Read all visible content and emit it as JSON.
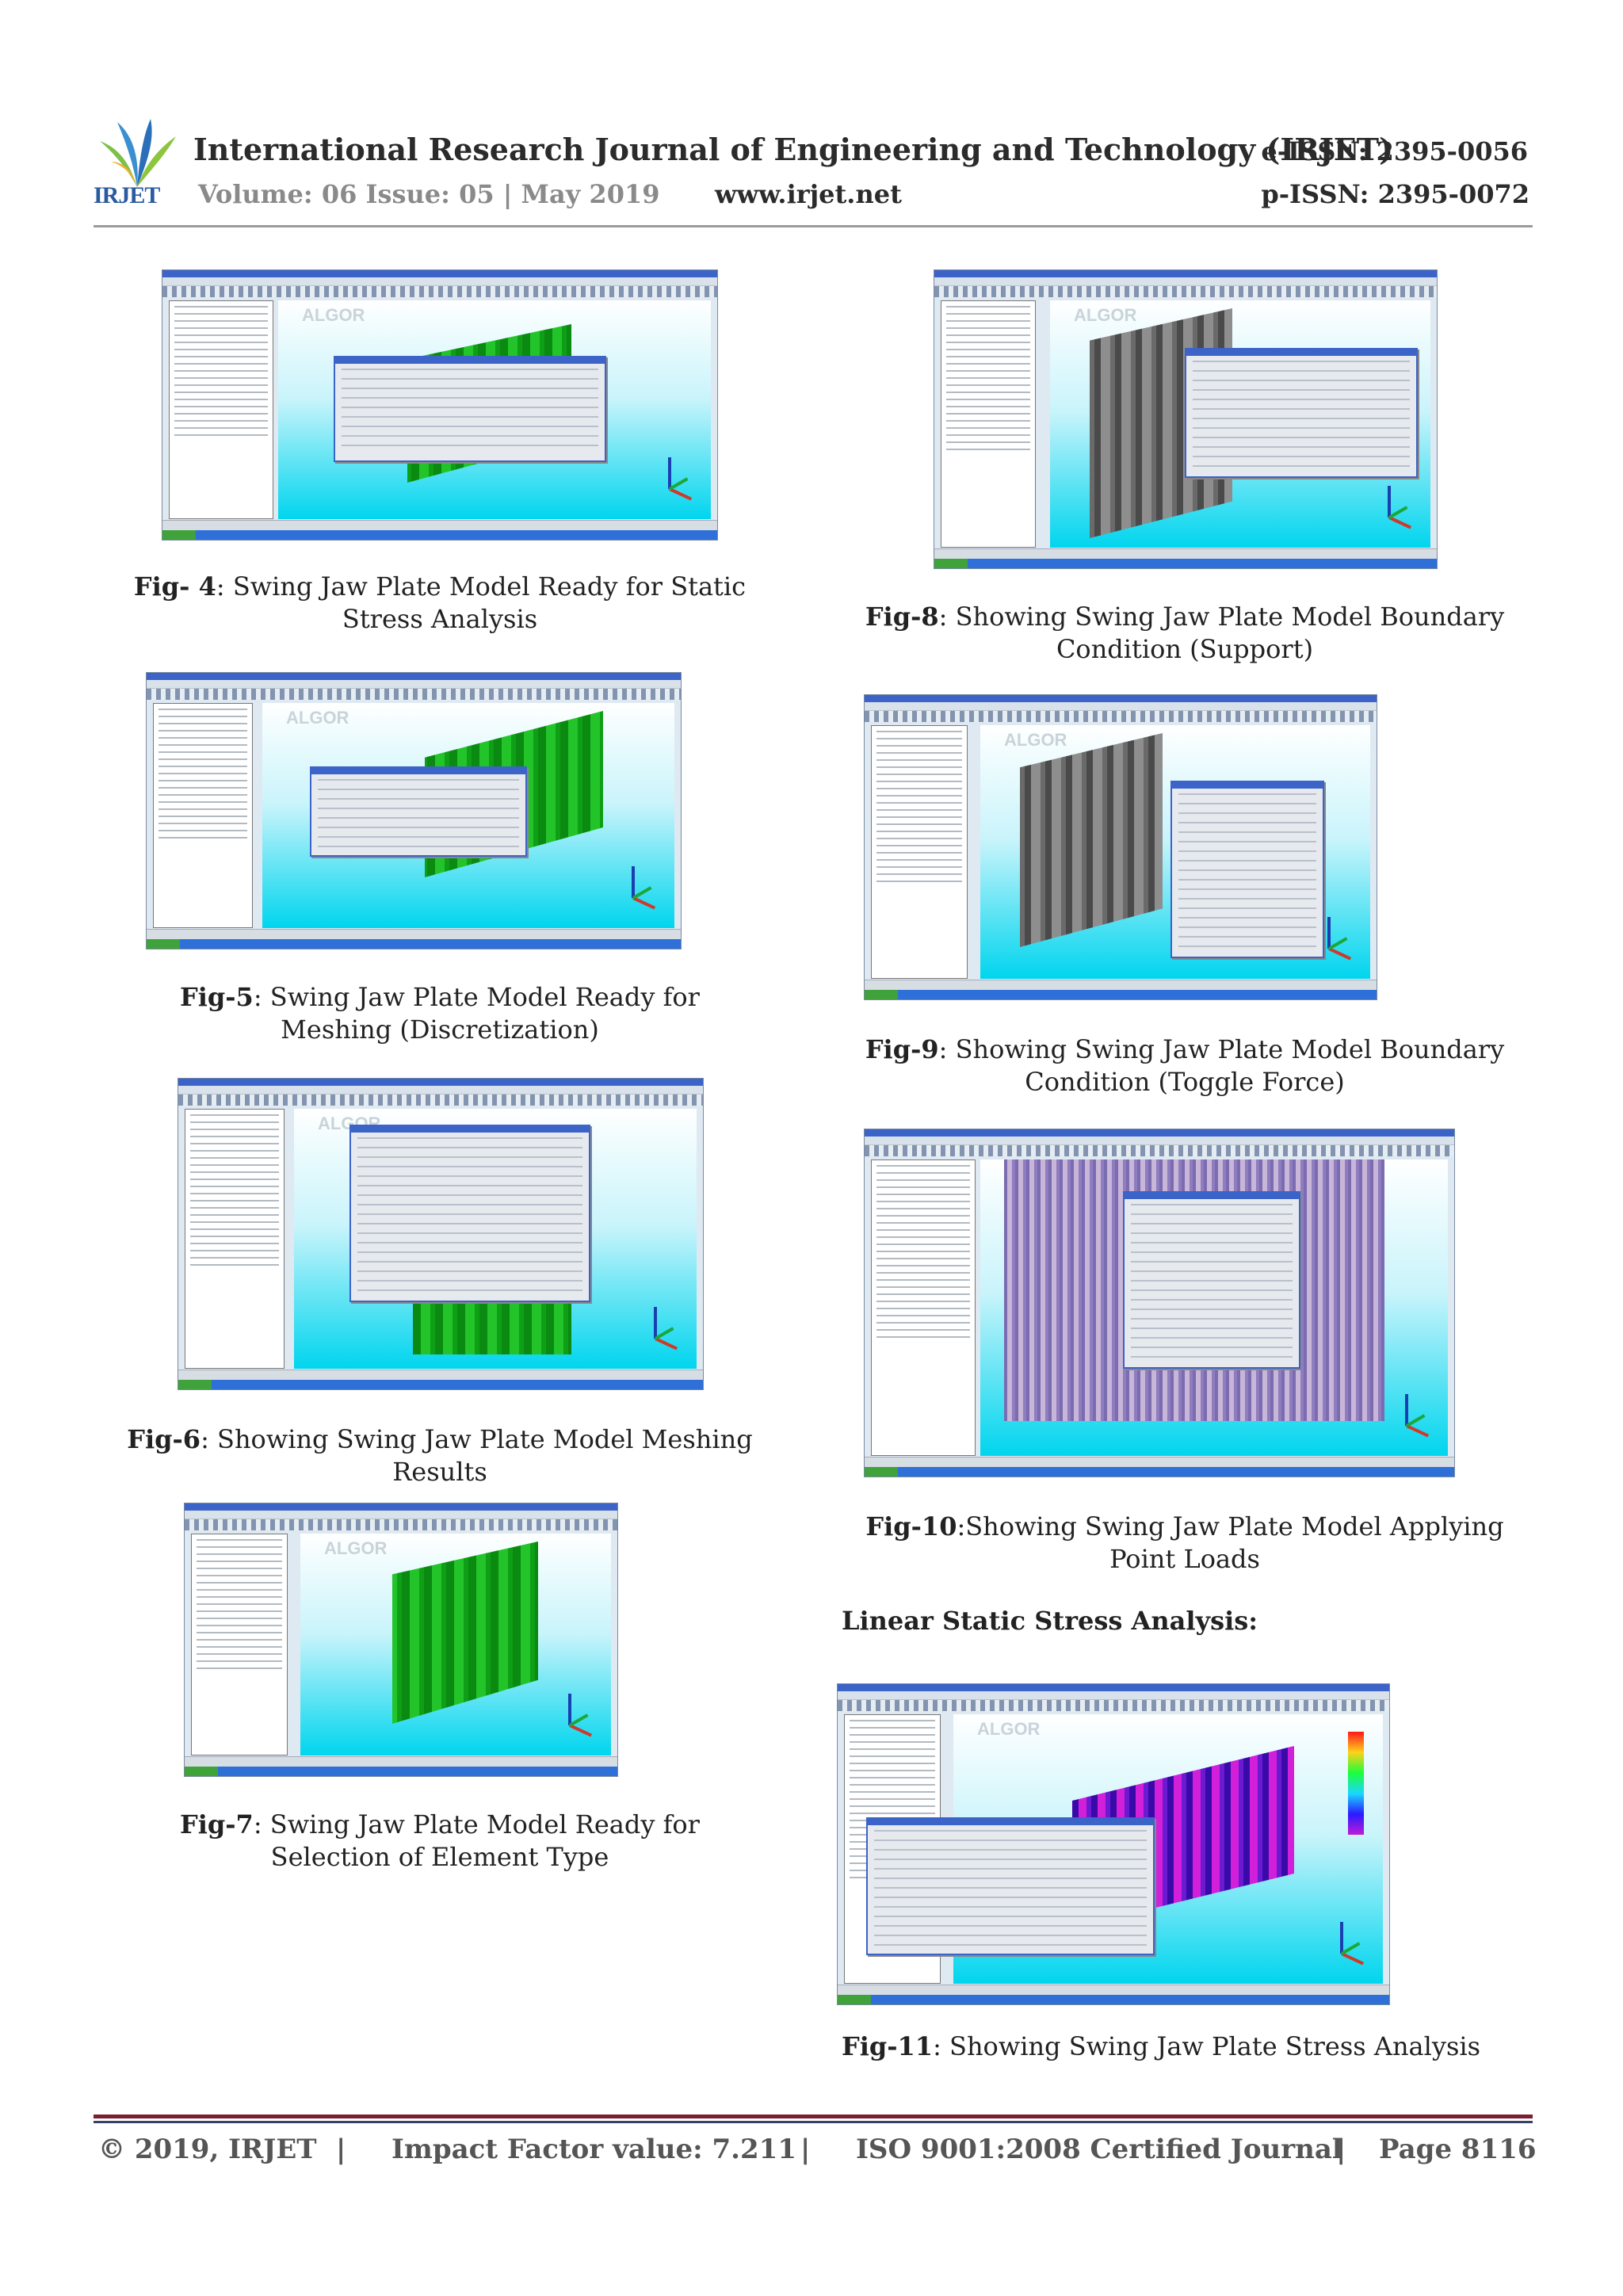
{
  "header": {
    "logo_text": "IRJET",
    "journal_title": "International Research Journal of Engineering and Technology (IRJET)",
    "eissn": "e-ISSN: 2395-0056",
    "volume": "Volume: 06 Issue: 05 | May 2019",
    "website": "www.irjet.net",
    "pissn": "p-ISSN: 2395-0072"
  },
  "figures": {
    "fig4": {
      "label": "Fig- 4",
      "text": ": Swing Jaw Plate Model Ready for Static Stress Analysis"
    },
    "fig5": {
      "label": "Fig-5",
      "text": ": Swing Jaw Plate Model Ready for Meshing (Discretization)"
    },
    "fig6": {
      "label": "Fig-6",
      "text": ": Showing Swing Jaw Plate Model Meshing Results"
    },
    "fig7": {
      "label": "Fig-7",
      "text": ": Swing Jaw Plate Model Ready for Selection of Element Type"
    },
    "fig8": {
      "label": "Fig-8",
      "text": ":  Showing Swing Jaw Plate Model Boundary Condition (Support)"
    },
    "fig9": {
      "label": "Fig-9",
      "text": ": Showing Swing Jaw Plate Model Boundary Condition (Toggle Force)"
    },
    "fig10": {
      "label": "Fig-10",
      "text": ":Showing Swing Jaw Plate Model Applying Point Loads"
    },
    "fig11": {
      "label": "Fig-11",
      "text": ": Showing Swing Jaw Plate Stress Analysis"
    }
  },
  "screenshot_brand": "ALGOR",
  "section_heading": "Linear Static Stress Analysis:",
  "footer": {
    "copyright": "© 2019, IRJET",
    "sep": "|",
    "impact": "Impact Factor value: 7.211",
    "iso": "ISO 9001:2008 Certified Journal",
    "page": "Page 8116"
  },
  "colors": {
    "model_green": "#22c42a",
    "viewport_cyan": "#00d5ee",
    "window_title_blue": "#3b63c8",
    "footer_rule": "#7a2030"
  }
}
